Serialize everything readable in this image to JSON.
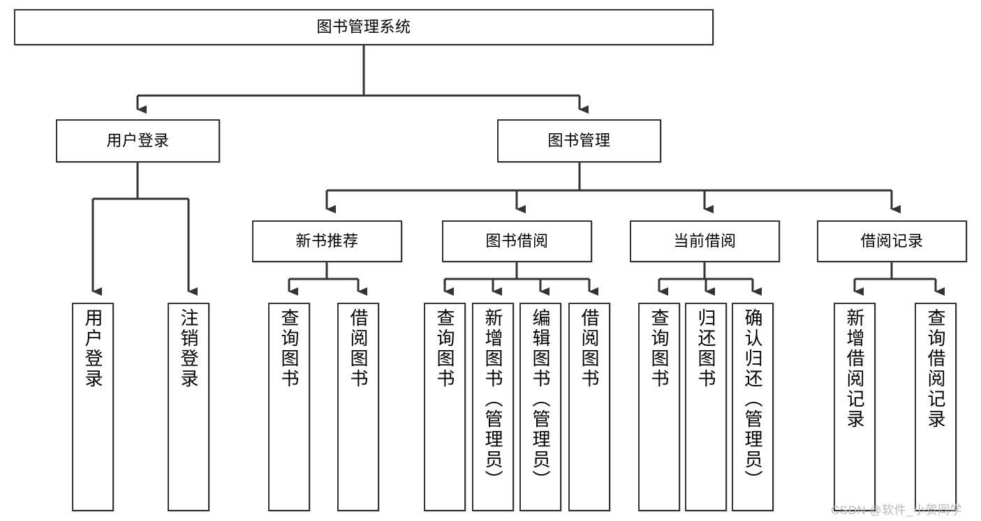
{
  "diagram": {
    "type": "tree-hierarchy-flowchart",
    "title": "图书管理系统",
    "orientation": "top-down",
    "line_color": "#333333",
    "box_fill": "#ffffff",
    "text_color": "#000000",
    "watermark": "CSDN @软件_小贺同学",
    "levels": [
      {
        "level": 1,
        "nodes": [
          {
            "id": "root",
            "label": "图书管理系统",
            "text_direction": "horizontal"
          }
        ]
      },
      {
        "level": 2,
        "nodes": [
          {
            "id": "login",
            "label": "用户登录",
            "text_direction": "horizontal",
            "parent": "root"
          },
          {
            "id": "bookmgmt",
            "label": "图书管理",
            "text_direction": "horizontal",
            "parent": "root"
          }
        ]
      },
      {
        "level": 3,
        "nodes": [
          {
            "id": "newbook",
            "label": "新书推荐",
            "text_direction": "horizontal",
            "parent": "bookmgmt"
          },
          {
            "id": "borrow",
            "label": "图书借阅",
            "text_direction": "horizontal",
            "parent": "bookmgmt"
          },
          {
            "id": "current",
            "label": "当前借阅",
            "text_direction": "horizontal",
            "parent": "bookmgmt"
          },
          {
            "id": "records",
            "label": "借阅记录",
            "text_direction": "horizontal",
            "parent": "bookmgmt"
          }
        ]
      },
      {
        "level": 4,
        "nodes": [
          {
            "id": "leaf1",
            "label": "用户登录",
            "text_direction": "vertical",
            "parent": "login"
          },
          {
            "id": "leaf2",
            "label": "注销登录",
            "text_direction": "vertical",
            "parent": "login"
          },
          {
            "id": "leaf3",
            "label": "查询图书",
            "text_direction": "vertical",
            "parent": "newbook"
          },
          {
            "id": "leaf4",
            "label": "借阅图书",
            "text_direction": "vertical",
            "parent": "newbook"
          },
          {
            "id": "leaf5",
            "label": "查询图书",
            "text_direction": "vertical",
            "parent": "borrow"
          },
          {
            "id": "leaf6",
            "label": "新增图书（管理员）",
            "text_direction": "vertical",
            "parent": "borrow"
          },
          {
            "id": "leaf7",
            "label": "编辑图书（管理员）",
            "text_direction": "vertical",
            "parent": "borrow"
          },
          {
            "id": "leaf8",
            "label": "借阅图书",
            "text_direction": "vertical",
            "parent": "borrow"
          },
          {
            "id": "leaf9",
            "label": "查询图书",
            "text_direction": "vertical",
            "parent": "current"
          },
          {
            "id": "leaf10",
            "label": "归还图书",
            "text_direction": "vertical",
            "parent": "current"
          },
          {
            "id": "leaf11",
            "label": "确认归还（管理员）",
            "text_direction": "vertical",
            "parent": "current"
          },
          {
            "id": "leaf12",
            "label": "新增借阅记录",
            "text_direction": "vertical",
            "parent": "records"
          },
          {
            "id": "leaf13",
            "label": "查询借阅记录",
            "text_direction": "vertical",
            "parent": "records"
          }
        ]
      }
    ]
  }
}
